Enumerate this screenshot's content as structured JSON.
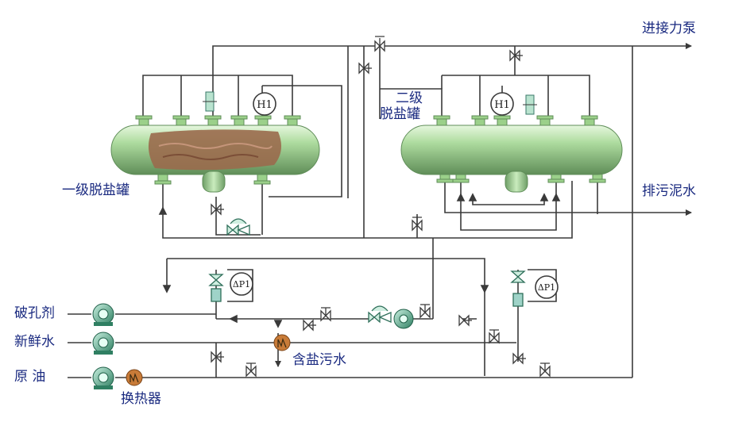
{
  "labels": {
    "to_feed_pump": "进接力泵",
    "stage2_line1": "二级",
    "stage2_line2": "脱盐罐",
    "stage1": "一级脱盐罐",
    "sludge_out": "排污泥水",
    "demulsifier": "破孔剂",
    "fresh_water": "新鲜水",
    "crude_oil": "原 油",
    "heat_exchanger": "换热器",
    "salty_wastewater": "含盐污水"
  },
  "instruments": {
    "level_1": "H1",
    "level_2": "H1",
    "dp_1": "ΔP1",
    "dp_2": "ΔP1"
  },
  "colors": {
    "vessel": "#a9d89a",
    "vessel_dark": "#6e9e66",
    "emulsion": "#9a6a4c",
    "line": "#3a3a3a",
    "label": "#1a2a80",
    "pump": "#4a9a7a",
    "heater": "#c87b38"
  }
}
